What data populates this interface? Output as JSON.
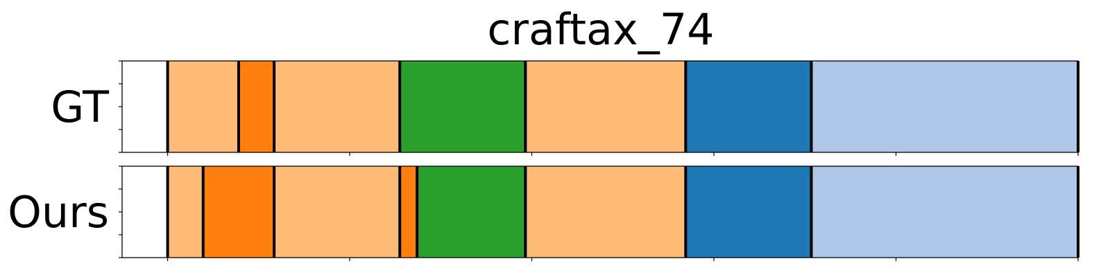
{
  "chart_data": {
    "type": "bar",
    "title": "craftax_74",
    "xlim": [
      0,
      1050
    ],
    "grid": false,
    "x_tick_count": 6,
    "y_tick_count": 5,
    "colors": {
      "light_orange": "#ffbb78",
      "orange": "#ff7f0e",
      "green": "#2ca02c",
      "blue": "#1f77b4",
      "light_blue": "#aec7e8",
      "boundary": "#000000"
    },
    "rows": [
      {
        "label": "GT",
        "segments": [
          {
            "start": 50,
            "end": 128,
            "color": "light_orange"
          },
          {
            "start": 128,
            "end": 167,
            "color": "orange"
          },
          {
            "start": 167,
            "end": 305,
            "color": "light_orange"
          },
          {
            "start": 305,
            "end": 443,
            "color": "green"
          },
          {
            "start": 443,
            "end": 619,
            "color": "light_orange"
          },
          {
            "start": 619,
            "end": 757,
            "color": "blue"
          },
          {
            "start": 757,
            "end": 1050,
            "color": "light_blue"
          }
        ]
      },
      {
        "label": "Ours",
        "segments": [
          {
            "start": 50,
            "end": 89,
            "color": "light_orange"
          },
          {
            "start": 89,
            "end": 167,
            "color": "orange"
          },
          {
            "start": 167,
            "end": 305,
            "color": "light_orange"
          },
          {
            "start": 305,
            "end": 324,
            "color": "orange"
          },
          {
            "start": 324,
            "end": 443,
            "color": "green"
          },
          {
            "start": 443,
            "end": 619,
            "color": "light_orange"
          },
          {
            "start": 619,
            "end": 757,
            "color": "blue"
          },
          {
            "start": 757,
            "end": 1050,
            "color": "light_blue"
          }
        ]
      }
    ]
  }
}
